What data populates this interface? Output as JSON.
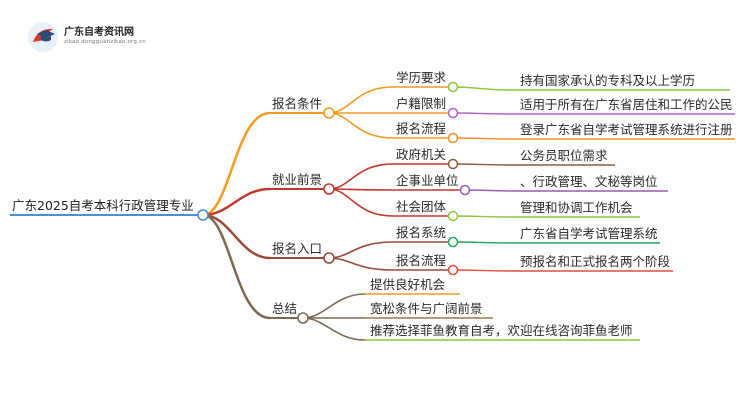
{
  "brand": {
    "title": "广东自考资讯网",
    "subtitle": "zikao.dongguanzikao.org.cn"
  },
  "root": {
    "label": "广东2025自考本科行政管理专业",
    "color": "#4a90d9"
  },
  "branches": [
    {
      "label": "报名条件",
      "color": "#f39c1f",
      "items": [
        {
          "label": "学历要求",
          "detail": "持有国家承认的专科及以上学历",
          "color": "#8cc63f"
        },
        {
          "label": "户籍限制",
          "detail": "适用于所有在广东省居住和工作的公民",
          "color": "#b05fc8"
        },
        {
          "label": "报名流程",
          "detail": "登录广东省自学考试管理系统进行注册",
          "color": "#f28b2b"
        }
      ]
    },
    {
      "label": "就业前景",
      "color": "#c0392b",
      "items": [
        {
          "label": "政府机关",
          "detail": "公务员职位需求",
          "color": "#8e5a3c"
        },
        {
          "label": "企事业单位",
          "detail": "、行政管理、文秘等岗位",
          "color": "#9b59b6"
        },
        {
          "label": "社会团体",
          "detail": "管理和协调工作机会",
          "color": "#8cc63f"
        }
      ]
    },
    {
      "label": "报名入口",
      "color": "#9a4a3a",
      "items": [
        {
          "label": "报名系统",
          "detail": "广东省自学考试管理系统",
          "color": "#27a35f"
        },
        {
          "label": "报名流程",
          "detail": "预报名和正式报名两个阶段",
          "color": "#e74c3c"
        }
      ]
    },
    {
      "label": "总结",
      "color": "#7a6a52",
      "items": [
        {
          "label": "提供良好机会",
          "color": "#f39c1f"
        },
        {
          "label": "宽松条件与广阔前景",
          "color": "#9a7a4a"
        },
        {
          "label": "推荐选择菲鱼教育自考，欢迎在线咨询菲鱼老师",
          "color": "#8cc63f"
        }
      ]
    }
  ]
}
